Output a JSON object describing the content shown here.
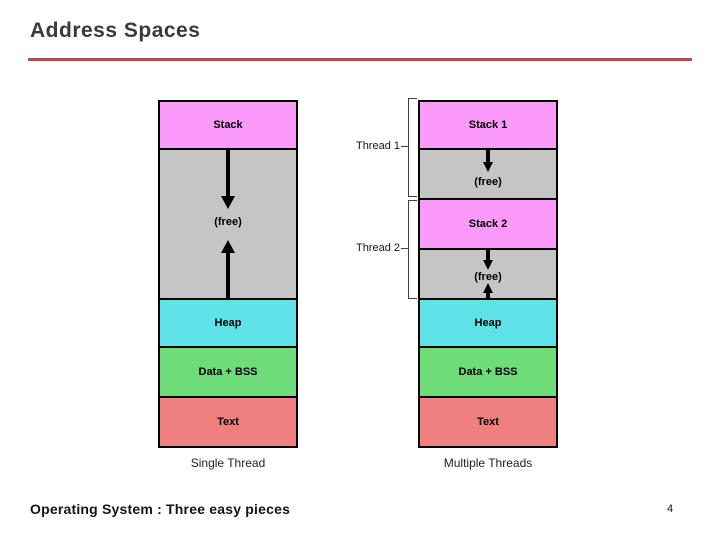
{
  "slide": {
    "title": "Address Spaces",
    "footer": "Operating System : Three easy pieces",
    "page_number": "4"
  },
  "colors": {
    "accent_rule": "#b25050",
    "stack": "#fa9bfa",
    "free": "#c5c5c5",
    "heap": "#5fe1e8",
    "data_bss": "#6edc78",
    "text_seg": "#f08080"
  },
  "single_thread": {
    "caption": "Single Thread",
    "segments": [
      "Stack",
      "(free)",
      "Heap",
      "Data + BSS",
      "Text"
    ]
  },
  "multi_thread": {
    "caption": "Multiple Threads",
    "segments": [
      "Stack 1",
      "(free)",
      "Stack 2",
      "(free)",
      "Heap",
      "Data + BSS",
      "Text"
    ],
    "thread_labels": [
      "Thread 1",
      "Thread 2"
    ]
  }
}
